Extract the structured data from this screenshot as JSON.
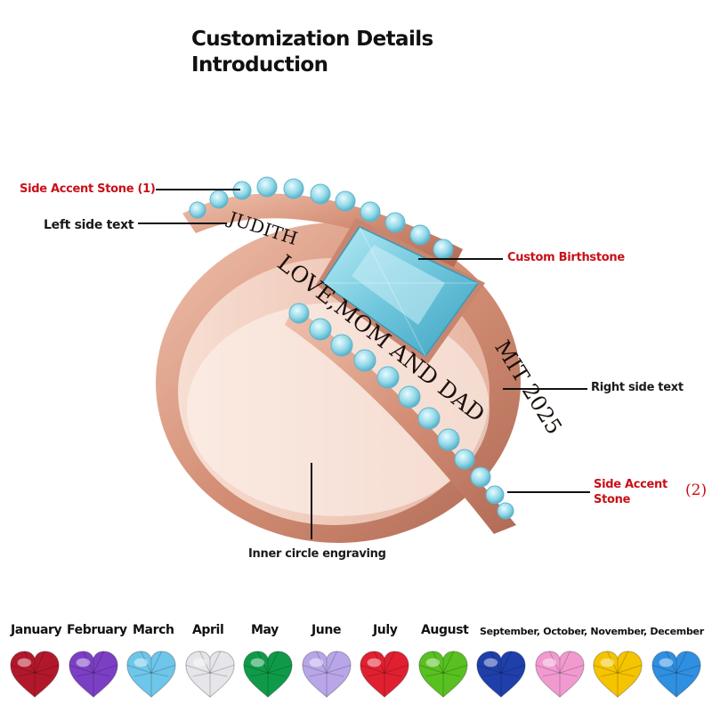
{
  "header": {
    "title_line1": "Customization Details",
    "title_line2": "Introduction"
  },
  "ring": {
    "left_text": "JUDITH",
    "right_text": "MIT 2025",
    "inner_text": "LOVE,MOM AND DAD",
    "metal_color": "#d9987f",
    "stone_color": "#7cd0e0"
  },
  "callouts": {
    "side_accent_1": "Side Accent Stone (1)",
    "left_side_text": "Left side text",
    "custom_birthstone": "Custom Birthstone",
    "right_side_text": "Right side text",
    "side_accent_2_line1": "Side Accent",
    "side_accent_2_line2": "Stone",
    "side_accent_2_number": "(2)",
    "inner_engraving": "Inner circle engraving"
  },
  "birthstones": [
    {
      "label": "January",
      "color": "#b2182b",
      "icon": "garnet-heart-icon"
    },
    {
      "label": "February",
      "color": "#7b3fc4",
      "icon": "amethyst-heart-icon"
    },
    {
      "label": "March",
      "color": "#6ec6ea",
      "icon": "aquamarine-heart-icon"
    },
    {
      "label": "April",
      "color": "#e6e6ea",
      "icon": "diamond-heart-icon"
    },
    {
      "label": "May",
      "color": "#0f9a4a",
      "icon": "emerald-heart-icon"
    },
    {
      "label": "June",
      "color": "#b9a6e8",
      "icon": "alexandrite-heart-icon"
    },
    {
      "label": "July",
      "color": "#e02030",
      "icon": "ruby-heart-icon"
    },
    {
      "label": "August",
      "color": "#58c020",
      "icon": "peridot-heart-icon"
    },
    {
      "label": "September, October, November, December",
      "color": "#1f3faa",
      "icon": "sapphire-heart-icon"
    },
    {
      "label": "",
      "color": "#f19ad0",
      "icon": "pink-tourmaline-heart-icon"
    },
    {
      "label": "",
      "color": "#f5c400",
      "icon": "citrine-heart-icon"
    },
    {
      "label": "",
      "color": "#2f8fe0",
      "icon": "blue-topaz-heart-icon"
    }
  ]
}
